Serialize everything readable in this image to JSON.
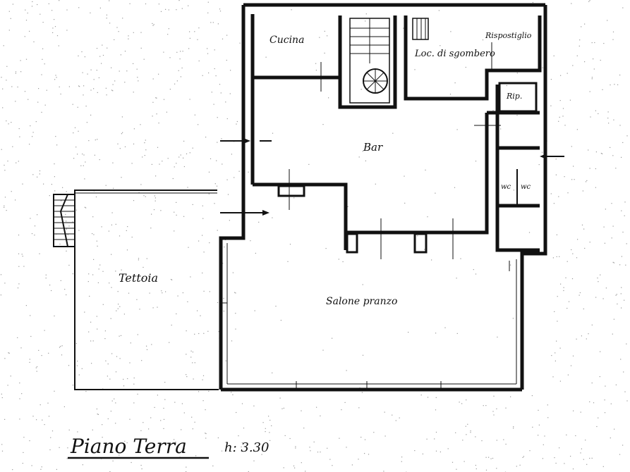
{
  "title": {
    "main": "Piano Terra",
    "height": "h: 3.30"
  },
  "rooms": {
    "cucina": "Cucina",
    "ripostiglio": "Rispostiglio",
    "sgombero": "Loc. di sgombero",
    "rip": "Rip.",
    "bar": "Bar",
    "wc": "wc",
    "wc2": "wc",
    "tettoia": "Tettoia",
    "salone": "Salone pranzo"
  },
  "colors": {
    "ink": "#111111",
    "paper": "#ffffff",
    "speckle": "#9a9a9a"
  }
}
